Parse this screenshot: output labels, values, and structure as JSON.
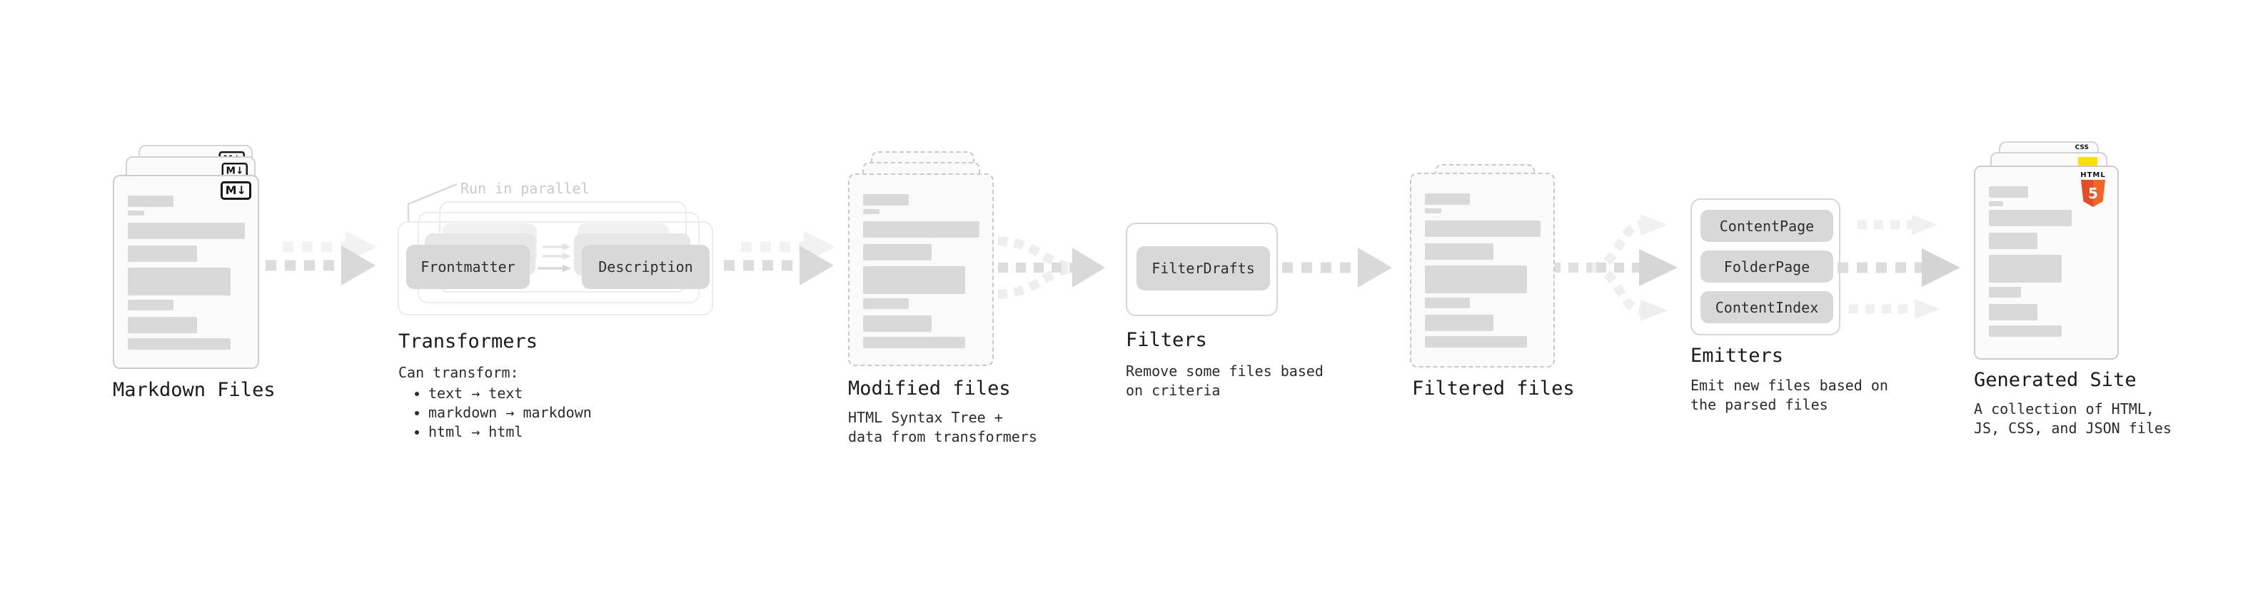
{
  "diagram": {
    "markdown_files": {
      "title": "Markdown Files",
      "badge": "M↓"
    },
    "transformers": {
      "parallel_note": "Run in parallel",
      "frontmatter_label": "Frontmatter",
      "description_label": "Description",
      "title": "Transformers",
      "subtitle": "Can transform:",
      "bullets": [
        "text → text",
        "markdown → markdown",
        "html → html"
      ]
    },
    "modified_files": {
      "title": "Modified files",
      "desc_line1": "HTML Syntax Tree +",
      "desc_line2": "data from transformers"
    },
    "filters": {
      "filterdrafts_label": "FilterDrafts",
      "title": "Filters",
      "desc_line1": "Remove some files based",
      "desc_line2": "on criteria"
    },
    "filtered_files": {
      "title": "Filtered files"
    },
    "emitters": {
      "labels": [
        "ContentPage",
        "FolderPage",
        "ContentIndex"
      ],
      "title": "Emitters",
      "desc_line1": "Emit new files based on",
      "desc_line2": "the parsed files"
    },
    "generated_site": {
      "title": "Generated Site",
      "desc_line1": "A collection of HTML,",
      "desc_line2": "JS, CSS, and JSON files",
      "css_badge": "CSS",
      "html_badge_word": "HTML",
      "html_badge_number": "5"
    }
  },
  "colors": {
    "bar_gray": "#d9d9d9",
    "arrow_gray": "#dcdcdc",
    "arrow_light": "#f1f1f1",
    "html5_orange": "#e44d26",
    "js_yellow": "#ffdf00",
    "css_blue": "#2d6fe4"
  }
}
